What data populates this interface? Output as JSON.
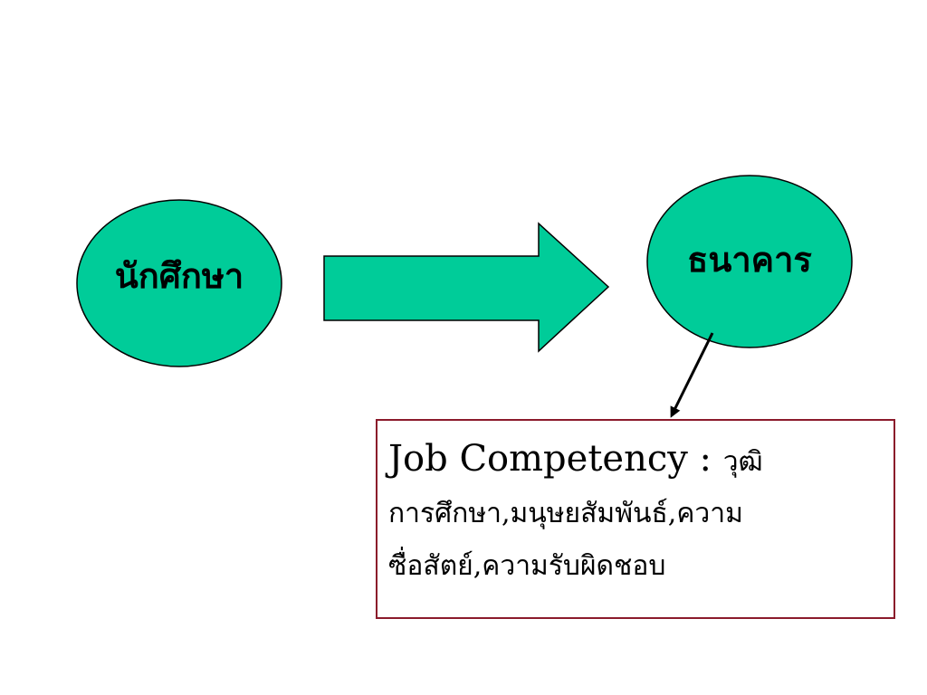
{
  "diagram": {
    "node_student": "นักศึกษา",
    "node_bank": "ธนาคาร",
    "competency": {
      "heading": "Job Competency :",
      "heading_suffix": "วุฒิ",
      "line_2": "การศึกษา,มนุษยสัมพันธ์,ความ",
      "line_3": "ซื่อสัตย์,ความรับผิดชอบ"
    },
    "colors": {
      "shape_fill": "#00cc99",
      "outline": "#000000",
      "box_border": "#8b1a2b"
    }
  }
}
